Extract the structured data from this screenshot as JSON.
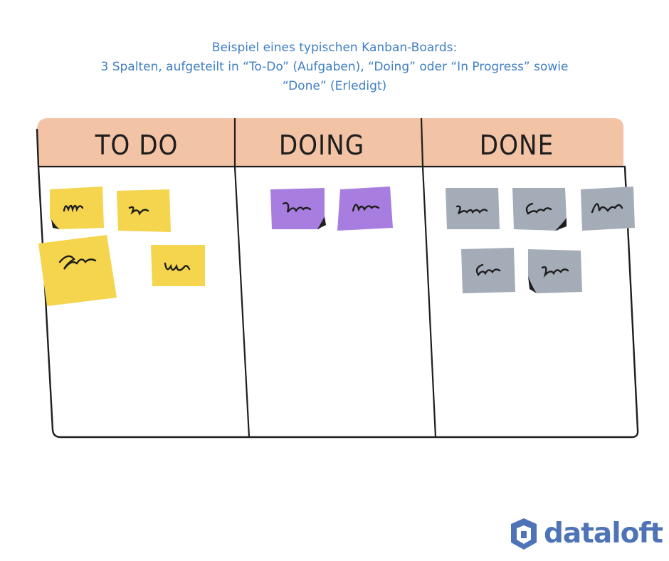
{
  "caption": {
    "line1": "Beispiel eines typischen Kanban-Boards:",
    "line2": "3 Spalten, aufgeteilt in “To-Do” (Aufgaben), “Doing” oder “In Progress” sowie",
    "line3": "“Done” (Erledigt)"
  },
  "board": {
    "header_color": "#f2c3a4",
    "columns": [
      {
        "title": "TO DO",
        "note_color": "#f5d44e",
        "note_count": 4
      },
      {
        "title": "DOING",
        "note_color": "#a77ee0",
        "note_count": 2
      },
      {
        "title": "DONE",
        "note_color": "#a4acb8",
        "note_count": 5
      }
    ]
  },
  "logo": {
    "text": "dataloft",
    "color": "#4f73b7"
  }
}
